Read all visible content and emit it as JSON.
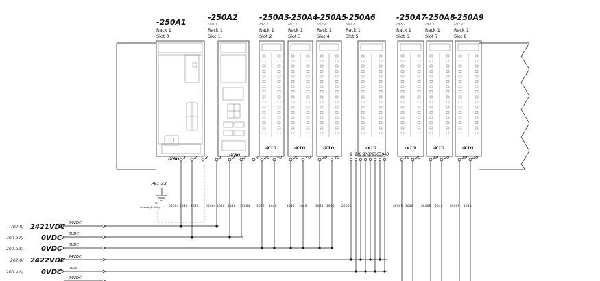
{
  "modules": [
    {
      "tag": "-250A1",
      "ref": "",
      "rack": "Rack 1",
      "slot": "Slot 0"
    },
    {
      "tag": "-250A2",
      "ref": "/300.0",
      "rack": "Rack 1",
      "slot": "Slot 1"
    },
    {
      "tag": "-250A3",
      "ref": "/260.3",
      "rack": "Rack 1",
      "slot": "Slot 2"
    },
    {
      "tag": "-250A4",
      "ref": "/261.3",
      "rack": "Rack 1",
      "slot": "Slot 3"
    },
    {
      "tag": "-250A5",
      "ref": "/262.3",
      "rack": "Rack 1",
      "slot": "Slot 4"
    },
    {
      "tag": "-250A6",
      "ref": "/263.3",
      "rack": "Rack 1",
      "slot": "Slot 5"
    },
    {
      "tag": "-250A7",
      "ref": "/265.3",
      "rack": "Rack 1",
      "slot": "Slot 6"
    },
    {
      "tag": "-250A8",
      "ref": "/266.3",
      "rack": "Rack 1",
      "slot": "Slot 7"
    },
    {
      "tag": "-250A9",
      "ref": "/267.3",
      "rack": "Rack 1",
      "slot": "Slot 8"
    }
  ],
  "connectors": {
    "x80_a": "-X80",
    "x80_b": "-X80",
    "x10": "-X10",
    "a1_pins": [
      "1",
      "2",
      "3"
    ],
    "a2_pins": [
      "1",
      "2",
      "3",
      "4"
    ],
    "di_pins": [
      "20",
      "40"
    ],
    "a6_pins": [
      "9",
      "10",
      "19",
      "20",
      "29",
      "30",
      "39",
      "40"
    ],
    "ao_pins": [
      "19",
      "20"
    ]
  },
  "pe": {
    "label": "-PE1:33",
    "sub": "PE1",
    "note": "Assembly/Building"
  },
  "buses": [
    {
      "ref": "202.8/",
      "name": "2421VDC",
      "wire": "24VDC"
    },
    {
      "ref": "200.a.8/",
      "name": "0VDC",
      "wire": "0VDC"
    },
    {
      "ref": "200.a.8/",
      "name": "0VDC",
      "wire": "0VDC"
    },
    {
      "ref": "202.8/",
      "name": "2422VDC",
      "wire": "24VDC"
    },
    {
      "ref": "200.a.8/",
      "name": "0VDC",
      "wire": "0VDC"
    },
    {
      "ref": "",
      "name": "",
      "wire": "24VDC"
    }
  ],
  "crossrefs": [
    "25004",
    "1040",
    "1040",
    "25004",
    "1040",
    "1040",
    "25004",
    "1040",
    "1040",
    "1040",
    "1040",
    "1040",
    "1040",
    "25005",
    "25005",
    "1040",
    "25005",
    "1040",
    "25005",
    "1040"
  ]
}
